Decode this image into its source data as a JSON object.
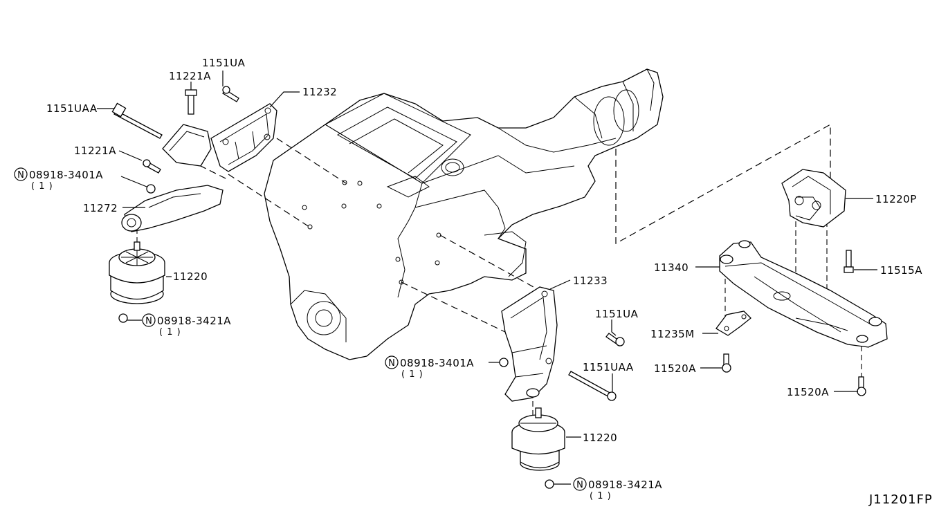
{
  "diagram_code": "J11201FP",
  "note_symbol": "N",
  "callouts": {
    "c1151ua_top": "1151UA",
    "c11221a_top": "11221A",
    "c1151uaa_left": "1151UAA",
    "c11232": "11232",
    "c11221a_mid": "11221A",
    "c08918_3401a_left": "08918-3401A",
    "c08918_3401a_left_qty": "( 1 )",
    "c11272": "11272",
    "c11220_left": "11220",
    "c08918_3421a_left": "08918-3421A",
    "c08918_3421a_left_qty": "( 1 )",
    "c11233": "11233",
    "c1151ua_right": "1151UA",
    "c08918_3401a_center": "08918-3401A",
    "c08918_3401a_center_qty": "( 1 )",
    "c1151uaa_right": "1151UAA",
    "c11220_bottom": "11220",
    "c08918_3421a_bottom": "08918-3421A",
    "c08918_3421a_bottom_qty": "( 1 )",
    "c11220p": "11220P",
    "c11340": "11340",
    "c11515a": "11515A",
    "c11235m": "11235M",
    "c11520a_left": "11520A",
    "c11520a_right": "11520A"
  }
}
